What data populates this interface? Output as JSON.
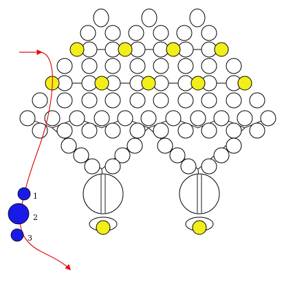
{
  "legend": {
    "items": [
      {
        "number": "1",
        "color": "#1a1ae8",
        "size": "small"
      },
      {
        "number": "2",
        "color": "#1a1ae8",
        "size": "large"
      },
      {
        "number": "3",
        "color": "#1a1ae8",
        "size": "small"
      }
    ]
  },
  "colors": {
    "yellow_bead": "#f2ee1a",
    "clear_bead": "#ffffff",
    "thread": "#000000",
    "path_arrow": "#e01010",
    "blue_bead": "#1a1ae8"
  }
}
